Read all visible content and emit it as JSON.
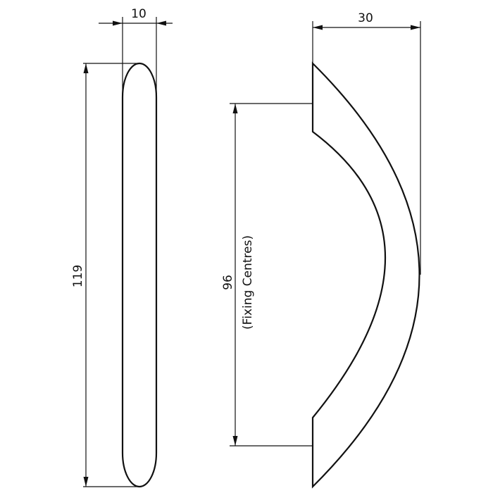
{
  "drawing": {
    "front_width_dimension": "10",
    "height_dimension": "119",
    "depth_dimension": "30",
    "fixing_dimension": "96",
    "fixing_note": "(Fixing Centres)"
  }
}
